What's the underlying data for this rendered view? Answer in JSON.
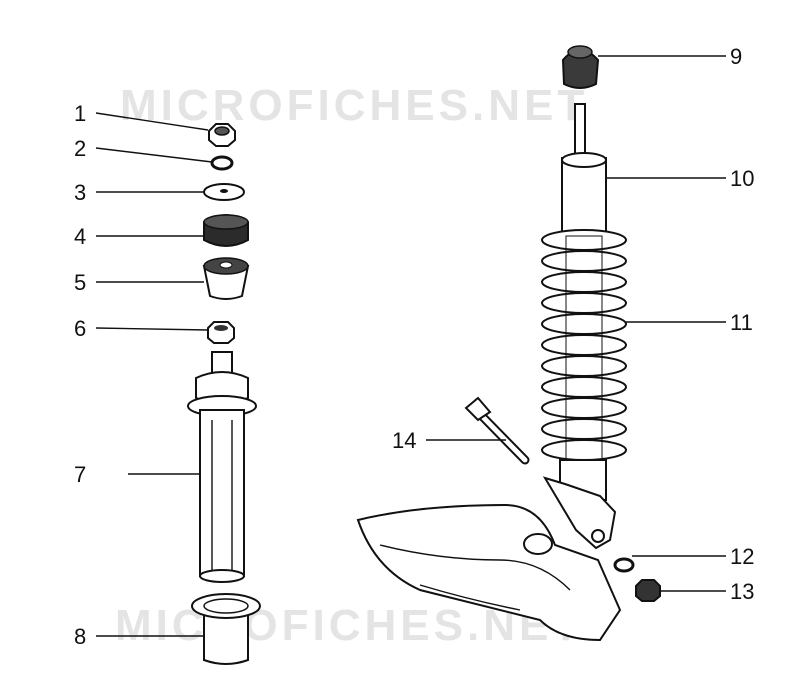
{
  "watermark": {
    "top": "MICROFICHES.NET",
    "bottom": "MICROFICHES.NET"
  },
  "callouts": [
    {
      "id": "1",
      "text": "1"
    },
    {
      "id": "2",
      "text": "2"
    },
    {
      "id": "3",
      "text": "3"
    },
    {
      "id": "4",
      "text": "4"
    },
    {
      "id": "5",
      "text": "5"
    },
    {
      "id": "6",
      "text": "6"
    },
    {
      "id": "7",
      "text": "7"
    },
    {
      "id": "8",
      "text": "8"
    },
    {
      "id": "9",
      "text": "9"
    },
    {
      "id": "10",
      "text": "10"
    },
    {
      "id": "11",
      "text": "11"
    },
    {
      "id": "12",
      "text": "12"
    },
    {
      "id": "13",
      "text": "13"
    },
    {
      "id": "14",
      "text": "14"
    }
  ]
}
